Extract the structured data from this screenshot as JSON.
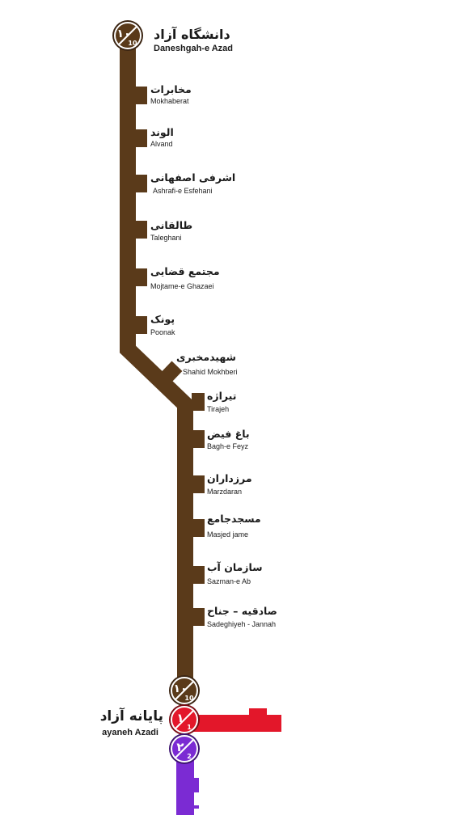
{
  "colors": {
    "line10": "#5a3a1a",
    "line1": "#e3172a",
    "line2": "#7b2bd3",
    "badge_ring": "#ffffff",
    "badge_outline": "#3a2412"
  },
  "terminal_top": {
    "name_fa": "دانشگاه آزاد",
    "name_en": "Daneshgah-e Azad",
    "badge": {
      "main": "۱۰",
      "sub": "10"
    }
  },
  "stations": [
    {
      "name_fa": "مخابرات",
      "name_en": "Mokhaberat"
    },
    {
      "name_fa": "الوند",
      "name_en": "Alvand"
    },
    {
      "name_fa": "اشرفی اصفهانی",
      "name_en": "Ashrafi-e Esfehani"
    },
    {
      "name_fa": "طالقانی",
      "name_en": "Taleghani"
    },
    {
      "name_fa": "مجتمع قضایی",
      "name_en": "Mojtame-e Ghazaei"
    },
    {
      "name_fa": "پونک",
      "name_en": "Poonak"
    },
    {
      "name_fa": "شهیدمخبری",
      "name_en": "Shahid Mokhberi"
    },
    {
      "name_fa": "تیراژه",
      "name_en": "Tirajeh"
    },
    {
      "name_fa": "باغ فیض",
      "name_en": "Bagh-e Feyz"
    },
    {
      "name_fa": "مرزداران",
      "name_en": "Marzdaran"
    },
    {
      "name_fa": "مسجدجامع",
      "name_en": "Masjed jame"
    },
    {
      "name_fa": "سازمان آب",
      "name_en": "Sazman-e Ab"
    },
    {
      "name_fa": "صادقیه – جناح",
      "name_en": "Sadeghiyeh - Jannah"
    }
  ],
  "terminal_bottom": {
    "name_fa": "پایانه آزاد",
    "name_en": "ayaneh Azadi",
    "badges": [
      {
        "line": "10",
        "main": "۱۰",
        "sub": "10"
      },
      {
        "line": "1",
        "main": "۱",
        "sub": "1"
      },
      {
        "line": "2",
        "main": "۲",
        "sub": "2"
      }
    ]
  }
}
